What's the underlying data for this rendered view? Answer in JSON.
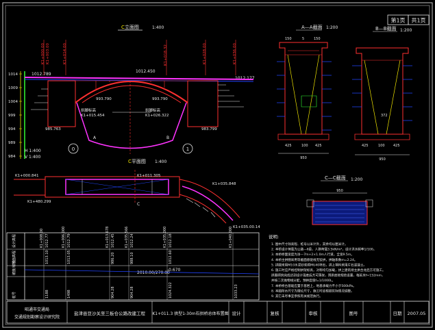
{
  "sheet": {
    "page_label": "第1页",
    "total_label": "共1页"
  },
  "elevation": {
    "title": "立面图",
    "scale": "1:400",
    "title_marker": "C",
    "elev_left": "1012.789",
    "elev_mid": "1012.450",
    "elev_right": "1012.177",
    "stake_left_label": "K1+000.00",
    "stake_mid_label_a": "K1+014.00",
    "stake_mid_label_b": "K1+018.32",
    "stake_right_label": "K1+028.00",
    "crown_note_left": "K1+003.00",
    "crown_note_right": "K1+036.00",
    "arch_label_left": "拱脚标高",
    "arch_stake_left": "K1+015.454",
    "arch_label_right": "拱脚标高",
    "arch_stake_right": "K1+026.322",
    "dim_arch_1": "993.790",
    "dim_arch_2": "993.790",
    "base_left": "985.763",
    "base_right": "983.799",
    "sec_marker_left": "A",
    "sec_marker_right": "B",
    "scale_h": "H 1:400",
    "scale_v": "V 1:400",
    "circle_left": "0",
    "circle_right": "1",
    "y_ticks": [
      "1014",
      "1009",
      "1004",
      "999",
      "994",
      "989",
      "984"
    ]
  },
  "plan": {
    "title": "平面图",
    "scale": "1:400",
    "title_marker": "C",
    "stake_1": "K1+000.841",
    "stake_2": "K1+011.305",
    "stake_3": "K1+035.848",
    "stake_4": "K1+480.299",
    "stake_5": "K1+035.00.14",
    "marker_c": "C"
  },
  "section_a": {
    "title": "A—A截面",
    "scale": "1:200",
    "dims_top": [
      "150",
      "5",
      "150"
    ],
    "dims_bottom": [
      "425",
      "100",
      "425"
    ],
    "width_total": "950"
  },
  "section_b": {
    "title": "B—B截面",
    "scale": "1:200",
    "dim_mid": "372",
    "dims_bottom": [
      "425",
      "100",
      "425"
    ],
    "width_total": "950"
  },
  "section_c": {
    "title": "C—C截面",
    "scale": "1:200",
    "width": "950"
  },
  "profile_table": {
    "row_labels": [
      "设计高程",
      "地面高程",
      "坡度/坡长",
      "桩号"
    ],
    "stakes": [
      "K1+008.00",
      "K1+006.000",
      "K1+013.678",
      "K1+035.566",
      "K1+035.000",
      "K1+040.000"
    ],
    "design_values": [
      "1012.77",
      "1012.79",
      "1012.45",
      "1012.24",
      "1012.18"
    ],
    "ground_values": [
      "1013.10",
      "1013.05",
      "986.20",
      "988.10",
      "1012.60"
    ],
    "grade": "-0.670",
    "grade_length": "2010.00/270.00",
    "bottom_values": [
      "1188",
      "1498",
      "904.28",
      "904.28",
      "1024.322",
      "1033.23"
    ]
  },
  "notes": {
    "heading": "说明:",
    "lines": [
      "1. 图中尺寸除高程、桩号以米计外，其余均以厘米计。",
      "2. 本桥设计荷载为公路—II级，人群荷载3.5kN/m²，设计洪水频率1/100。",
      "3. 本桥桥面宽度为净—7m+2×1.0m人行道，全宽9.5m。",
      "4. 本桥主拱圈采用等截面悬链线无铰拱，拱轴系数m=2.24。",
      "5. 拱圈采用M10水泥砂浆砌MU40块石，拱上填料采用片石混凝土。",
      "6. 施工时应严格控制拱架标高，对称均匀加载，拱上建筑待主拱合龙后方可施工。",
      "   拱圈砌筑完成达到设计强度后方可落架，预拱度按规范设置，每延米f=152mm，",
      "   并按二次抛物线分配，预拱度值f=1/1000L。",
      "7. 本桥桥台基础应置于基岩上，地基承载力不小于500kPa。",
      "8. 本图所示尺寸为理论尺寸，施工时应根据实际情况调整。",
      "9. 其它未尽事宜参照有关规范执行。"
    ]
  },
  "title_block": {
    "company_line1": "昭通市交通局",
    "company_line2": "交通规划勘察设计研究院",
    "project": "盐津县豆沙关至三板仓公路改建工程",
    "drawing_name": "K1+011.3 拱型1-30m石拱桥总体布置图",
    "design_label": "设计",
    "review_label": "复核",
    "approve_label": "审核",
    "number_label": "图号",
    "date_label": "日期",
    "date_value": "2007.05"
  },
  "colors": {
    "background": "#000000",
    "frame": "#d8d8d8",
    "structure_red": "#ff2a2a",
    "roadway_magenta": "#ff33ff",
    "water_blue": "#2244ff",
    "vertical_yellow": "#f2e600",
    "ground_green": "#33ff33",
    "text_white": "#e8e8e8"
  }
}
